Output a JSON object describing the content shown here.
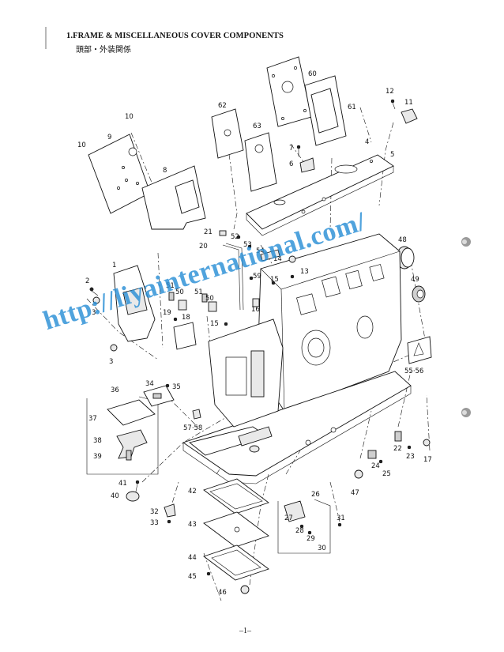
{
  "header": {
    "title": "1.FRAME & MISCELLANEOUS COVER COMPONENTS",
    "subtitle": "頭部・外装関係"
  },
  "watermark": {
    "text": "http://liyainternational.com/",
    "color": "#2a8fd6"
  },
  "footer": {
    "page_number": "–1–"
  },
  "part_labels": [
    "1",
    "2",
    "3",
    "3",
    "4",
    "5",
    "6",
    "7",
    "8",
    "9",
    "10",
    "10",
    "11",
    "12",
    "13",
    "14",
    "15",
    "15",
    "16",
    "17",
    "18",
    "19",
    "20",
    "21",
    "22",
    "23",
    "24",
    "25",
    "26",
    "27",
    "28",
    "29",
    "30",
    "31",
    "32",
    "33",
    "34",
    "35",
    "36",
    "37",
    "38",
    "39",
    "40",
    "41",
    "42",
    "43",
    "44",
    "45",
    "46",
    "47",
    "48",
    "49",
    "50",
    "50",
    "51",
    "51",
    "52",
    "53",
    "54",
    "55·56",
    "57·58",
    "59",
    "60",
    "61",
    "62",
    "63"
  ]
}
